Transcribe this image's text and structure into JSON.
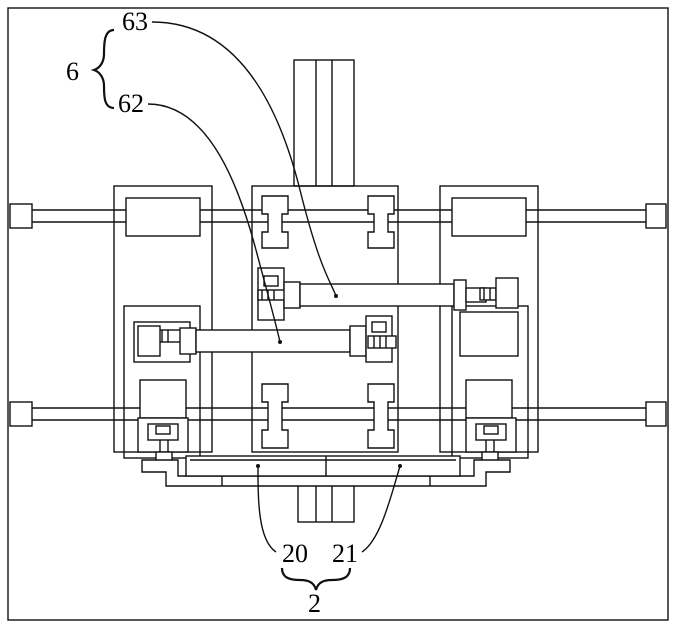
{
  "labels": {
    "assembly_6": "6",
    "part_63": "63",
    "part_62": "62",
    "part_20": "20",
    "part_21": "21",
    "assembly_2": "2"
  }
}
